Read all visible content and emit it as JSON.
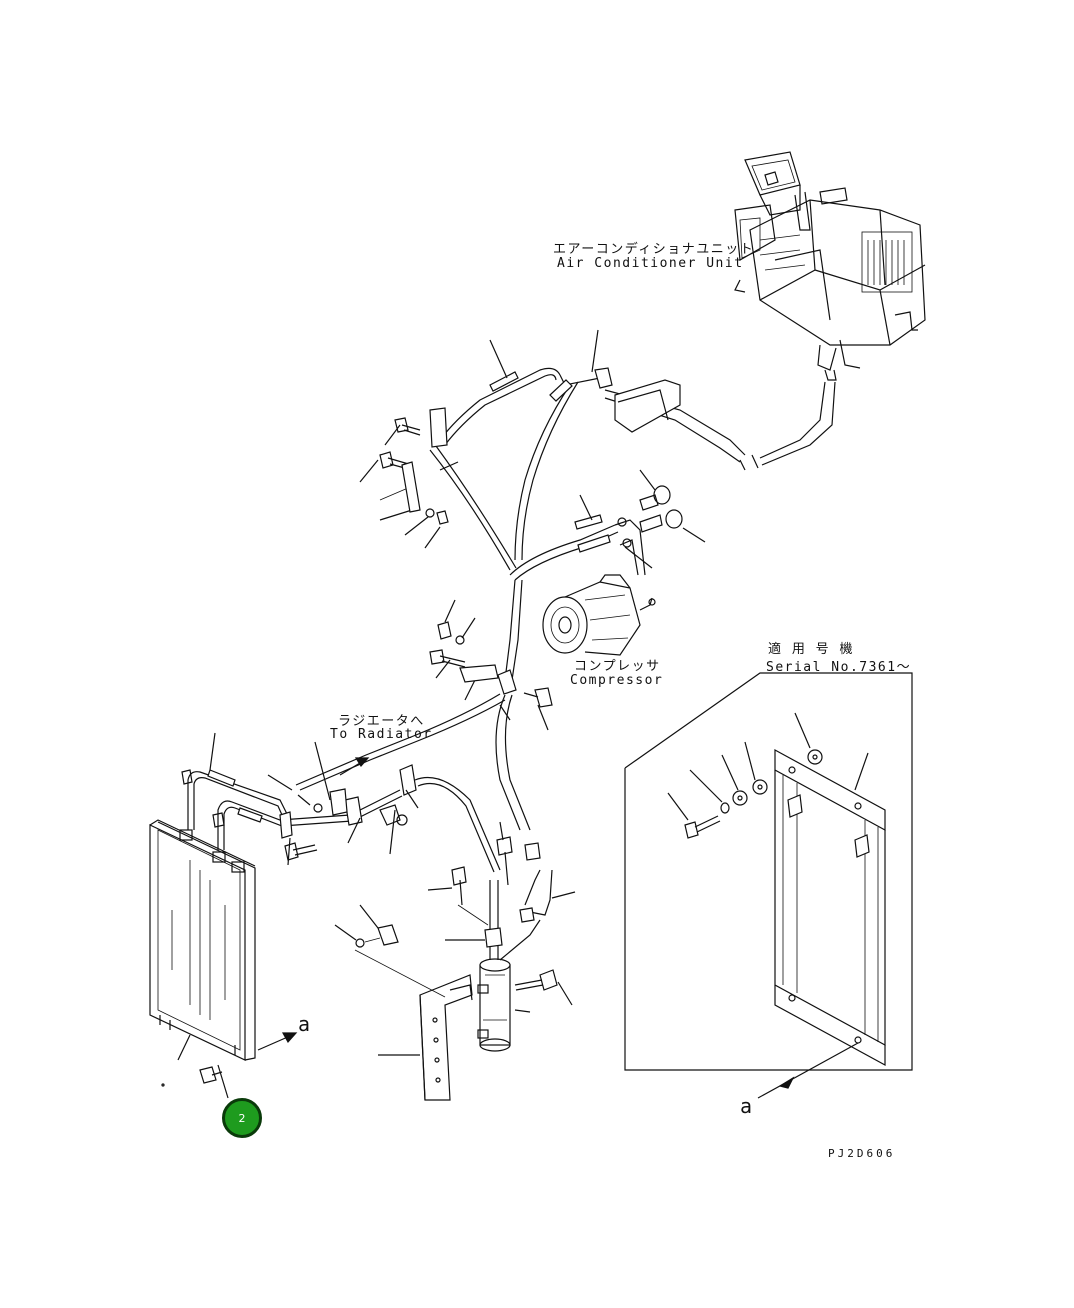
{
  "labels": {
    "ac_unit_jp": "エアーコンディショナユニット",
    "ac_unit_en": "Air Conditioner Unit",
    "compressor_jp": "コンプレッサ",
    "compressor_en": "Compressor",
    "radiator_jp": "ラジエータへ",
    "radiator_en": "To Radiator",
    "serial_jp": "適 用 号 機",
    "serial_en": "Serial No.7361～",
    "arrow_a_left": "a",
    "arrow_a_bottom": "a",
    "drawing_code": "PJ2D606"
  },
  "callout": {
    "number": "2",
    "color": "#1e9b1e"
  }
}
